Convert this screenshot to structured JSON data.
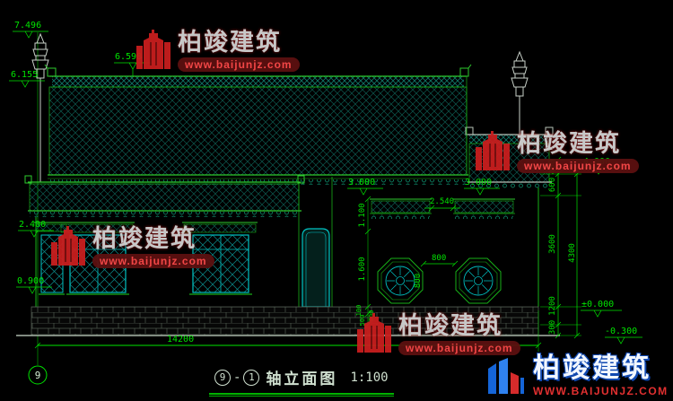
{
  "watermark": {
    "brand": "柏竣建筑",
    "url": "www.baijunjz.com"
  },
  "logo": {
    "brand": "柏竣建筑",
    "url_caps": "WWW.BAIJUNJZ.COM"
  },
  "title": {
    "axis_from": "9",
    "separator": "-",
    "axis_to": "1",
    "name": "轴立面图",
    "scale": "1:100"
  },
  "axis": {
    "label": "9"
  },
  "levels": {
    "spire_top": "7.496",
    "ridge": "6.598",
    "ridge_end": "6.155",
    "eave_left": "2.400",
    "sill_left": "0.900",
    "canopy_left": "3.000",
    "canopy_right": "3.000",
    "right_top": "4.000",
    "floor": "±0.000",
    "ground": "-0.300"
  },
  "dims": {
    "total_width": "14200",
    "canopy_gap": "2.540",
    "octagon_gap": "800",
    "octagon_size": "800",
    "v1": "1.100",
    "v2": "1.600",
    "v3": "100",
    "v4": "500",
    "v5": "800",
    "r_400": "400",
    "r_600": "600",
    "r_3600": "3600",
    "r_1200": "1200",
    "r_300": "300",
    "r_total": "4300"
  },
  "colors": {
    "background": "#000000",
    "dimension_green": "#00e400",
    "structure_green": "#18b018",
    "accent_cyan": "#00c2c2",
    "hatch_teal": "#0c584e",
    "watermark_red": "#c81e1e",
    "logo_blue": "#1565d8"
  }
}
